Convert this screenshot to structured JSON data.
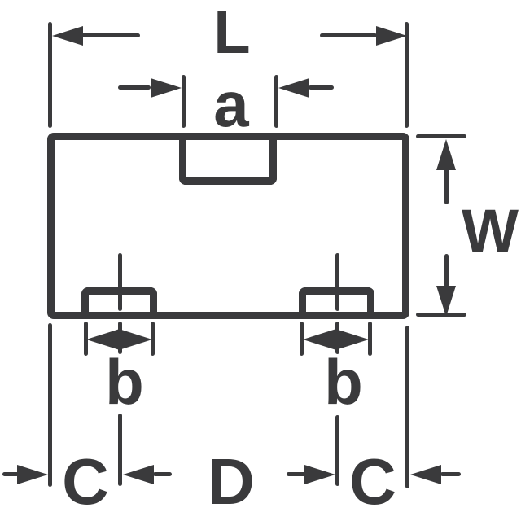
{
  "figure": {
    "type": "package-dimension-drawing",
    "background_color": "#ffffff",
    "line_color": "#3a3a3c",
    "dimensions": {
      "length_label": "L",
      "notch_width_label": "a",
      "body_width_label": "W",
      "pad_width_left_label": "b",
      "pad_width_right_label": "b",
      "edge_to_pad_left_label": "C",
      "pad_pitch_label": "D",
      "edge_to_pad_right_label": "C"
    }
  }
}
